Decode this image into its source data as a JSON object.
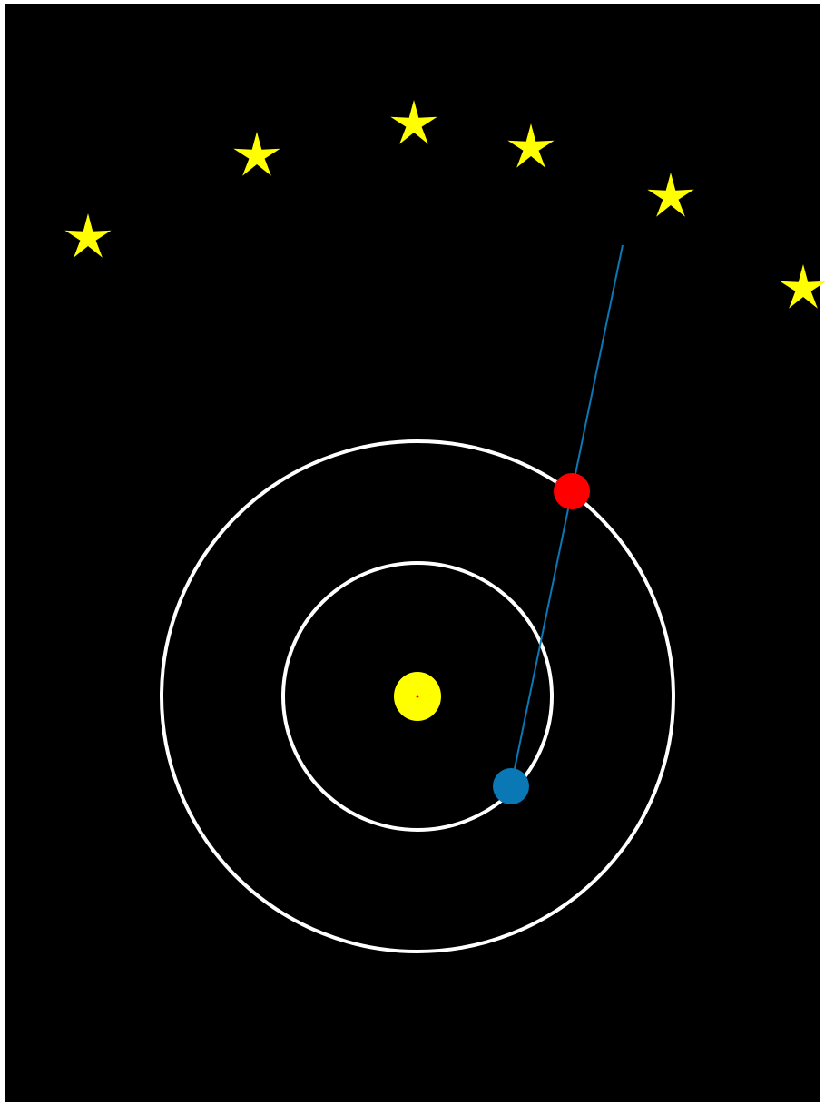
{
  "colors": {
    "sky": "#000000",
    "star": "#ffff00",
    "orbit": "#ffffff",
    "sun": "#ffff00",
    "sun_center": "#ff0000",
    "earth": "#0a78b4",
    "mars": "#ff0000",
    "sight_line": "#0a78b4"
  },
  "diagram": {
    "stars": [
      {
        "name": "star",
        "icon": "star-icon"
      },
      {
        "name": "star",
        "icon": "star-icon"
      },
      {
        "name": "star",
        "icon": "star-icon"
      },
      {
        "name": "star",
        "icon": "star-icon"
      },
      {
        "name": "star",
        "icon": "star-icon"
      },
      {
        "name": "star",
        "icon": "star-icon"
      }
    ],
    "bodies": {
      "sun": "sun",
      "inner_planet": "earth",
      "outer_planet": "mars"
    },
    "orbits": [
      "inner-orbit",
      "outer-orbit"
    ],
    "sight_line": "line-of-sight"
  }
}
